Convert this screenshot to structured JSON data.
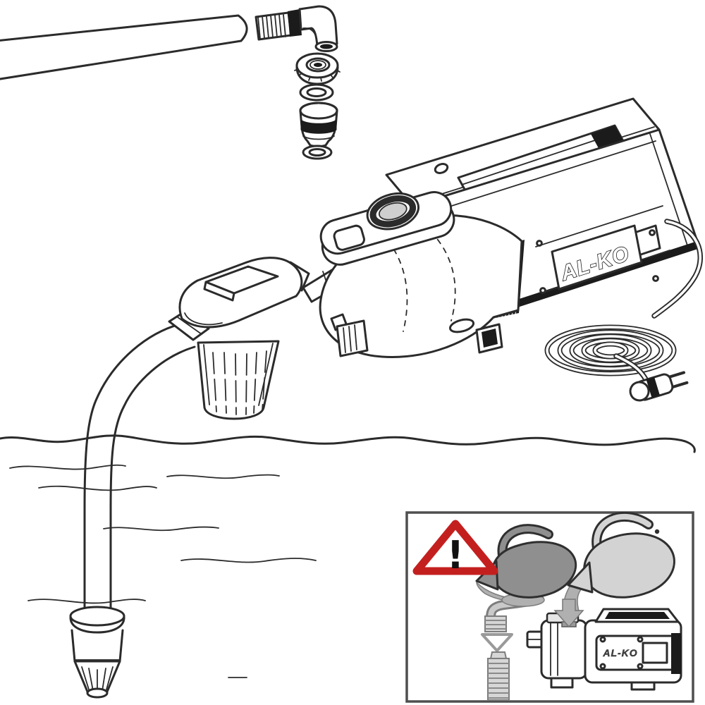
{
  "figure": {
    "description": "Line-art installation diagram of a garden jet pump: delivery pipe with elbow fitting exploded above the pump discharge port, pump with coiled power cord, inline pre-filter, suction hose into water with foot valve, and a framed warning inset showing the pump casing being primed with water from two jugs."
  },
  "labels": {
    "brand_main": "AL-KO",
    "brand_inset": "AL-KO",
    "warning_mark": "!"
  },
  "colors": {
    "line": "#2b2b2b",
    "warning_red": "#c41f1f",
    "jug_dark": "#8f8f8f",
    "jug_light": "#d3d3d3",
    "stream_gray": "#b0b0b0",
    "hose_gray": "#c9c9c9",
    "hose_outline": "#7d7d7d",
    "panel_border": "#4f4f4f",
    "shade_dark": "#1b1b1b",
    "background": "#ffffff"
  },
  "icons": {
    "warning_triangle": "red rounded triangle with exclamation mark",
    "down_arrow_hollow": "outlined downward arrow",
    "down_arrow_solid": "solid gray downward arrow"
  }
}
